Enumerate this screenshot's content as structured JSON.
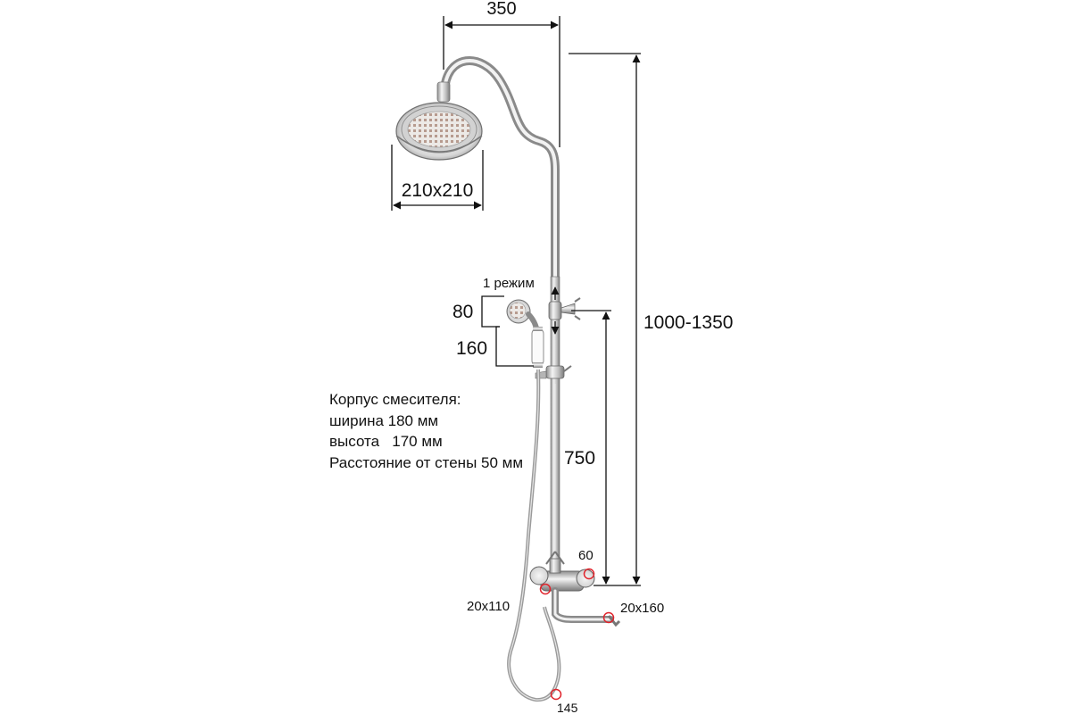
{
  "dimensions": {
    "top_width": "350",
    "head_size": "210x210",
    "total_height": "1000-1350",
    "handset_modes": "1 режим",
    "handset_head": "80",
    "handset_length": "160",
    "bar_height": "750",
    "offset": "60",
    "left_outlet": "20x110",
    "spout": "20x160",
    "hose_connector": "145"
  },
  "mixer_specs": {
    "title": "Корпус смесителя:",
    "width": "ширина 180 мм",
    "height": "высота   170 мм",
    "wall_distance": "Расстояние от стены 50 мм"
  },
  "colors": {
    "line": "#111111",
    "chrome_dark": "#8a8a8a",
    "chrome_light": "#f2f2f2",
    "marker": "#e0232b"
  }
}
